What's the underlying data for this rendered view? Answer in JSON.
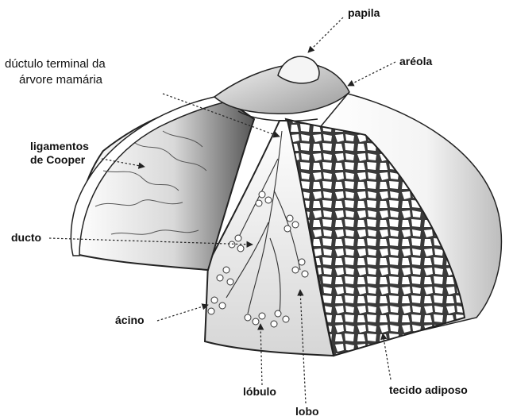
{
  "labels": {
    "papila": "papila",
    "areola": "aréola",
    "ductulo_line1": "dúctulo terminal da",
    "ductulo_line2": "árvore mamária",
    "ligamentos_line1": "ligamentos",
    "ligamentos_line2": "de Cooper",
    "ducto": "ducto",
    "acino": "ácino",
    "lobulo": "lóbulo",
    "lobo": "lobo",
    "tecido": "tecido adiposo"
  },
  "colors": {
    "ink": "#222222",
    "paper": "#ffffff",
    "shade": "#9a9a9a",
    "light_shade": "#e6e6e6"
  }
}
